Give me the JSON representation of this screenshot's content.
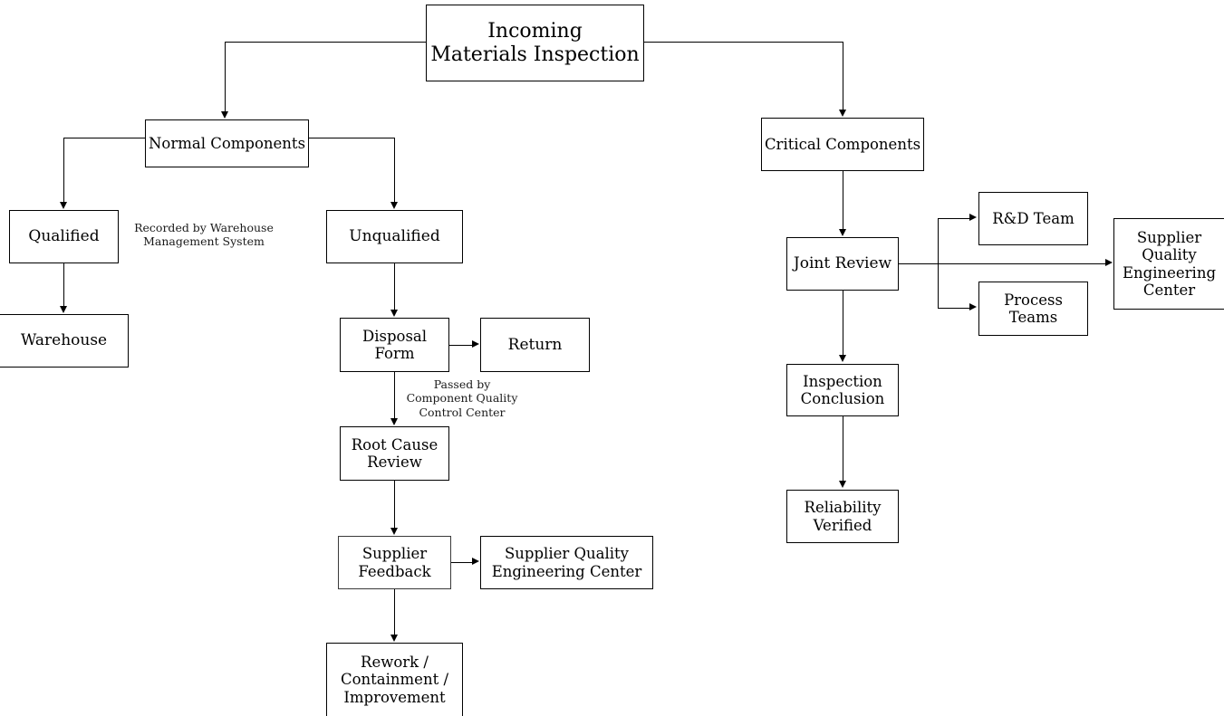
{
  "diagram": {
    "title": "Incoming Materials Inspection",
    "nodes": {
      "incoming_materials_inspection": "Incoming\nMaterials Inspection",
      "normal_components": "Normal Components",
      "critical_components": "Critical Components",
      "qualified": "Qualified",
      "unqualified": "Unqualified",
      "warehouse": "Warehouse",
      "disposal_form": "Disposal\nForm",
      "return": "Return",
      "root_cause_review": "Root Cause\nReview",
      "supplier_feedback": "Supplier\nFeedback",
      "supplier_quality_engineering_center_mid": "Supplier Quality\nEngineering Center",
      "rework_containment_improvement": "Rework /\nContainment /\nImprovement",
      "joint_review": "Joint Review",
      "rd_team": "R&D Team",
      "process_teams": "Process\nTeams",
      "supplier_quality_engineering_center_right": "Supplier\nQuality\nEngineering\nCenter",
      "inspection_conclusion": "Inspection\nConclusion",
      "reliability_verified": "Reliability\nVerified"
    },
    "edge_labels": {
      "qualified_to_warehouse": "Recorded by Warehouse\nManagement System",
      "disposal_to_root_cause": "Passed by\nComponent Quality\nControl Center"
    },
    "colors": {
      "stroke": "#000000",
      "fill": "#ffffff",
      "text": "#000000"
    }
  }
}
